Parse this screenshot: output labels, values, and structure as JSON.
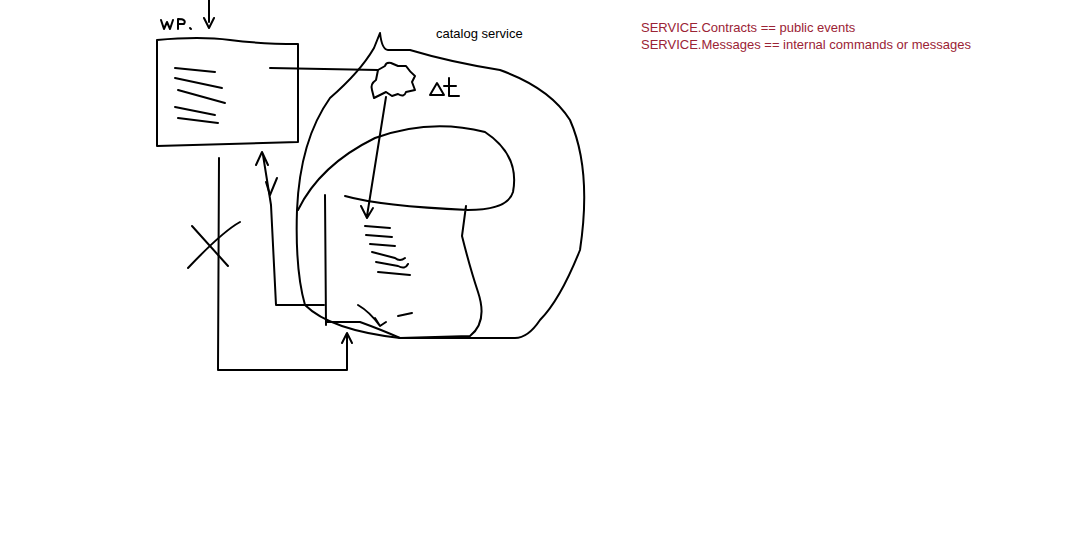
{
  "diagram": {
    "nodes": [
      {
        "text": [
          "catalog service"
        ]
      }
    ],
    "labels": [
      "SERVICE.Contracts == public events",
      "SERVICE.Messages == internal commands or messages"
    ]
  }
}
